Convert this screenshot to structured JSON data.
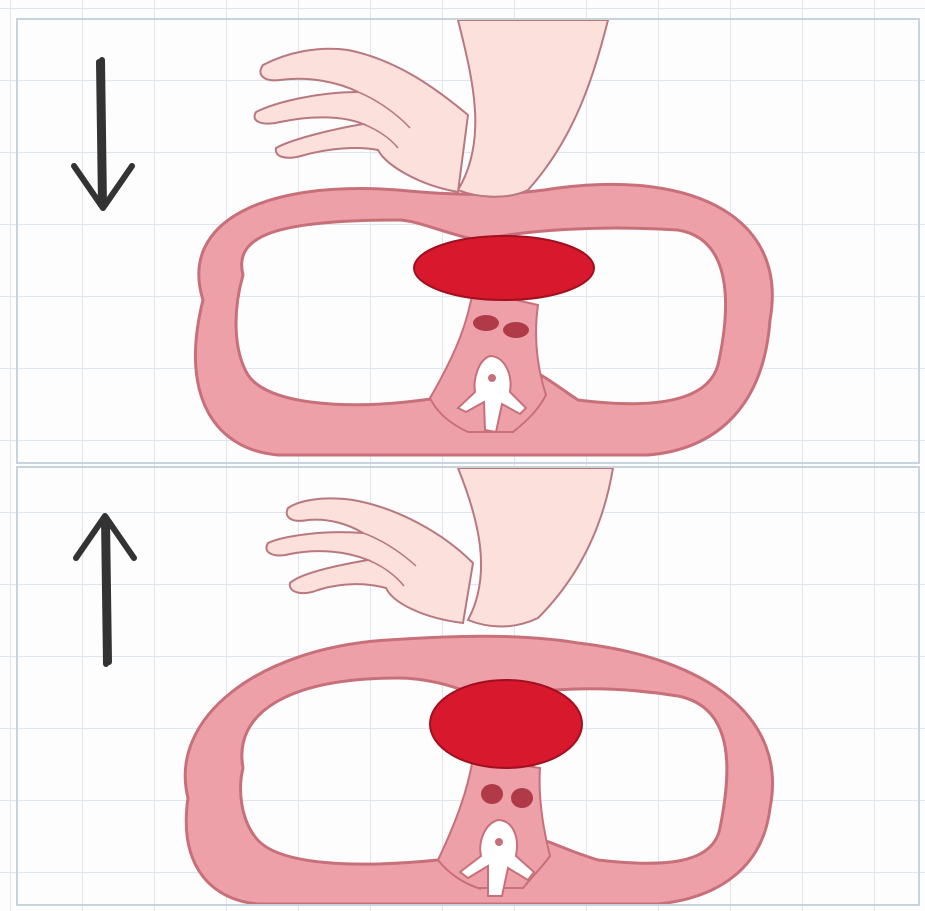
{
  "panels": [
    {
      "id": "top",
      "direction": "down",
      "heart_state": "compressed"
    },
    {
      "id": "bottom",
      "direction": "up",
      "heart_state": "released"
    }
  ],
  "colors": {
    "chest_wall": "#eea0a8",
    "chest_wall_outline": "#c8707a",
    "heart": "#d8182c",
    "vessels": "#b03a48",
    "vertebra": "#ffffff",
    "skin": "#fbe0dc",
    "skin_outline": "#b87880",
    "arrow": "#333333",
    "grid": "#dfe6ef",
    "panel_border": "#c9d3de"
  },
  "icons": {
    "top_arrow": "arrow-down-icon",
    "bottom_arrow": "arrow-up-icon"
  }
}
